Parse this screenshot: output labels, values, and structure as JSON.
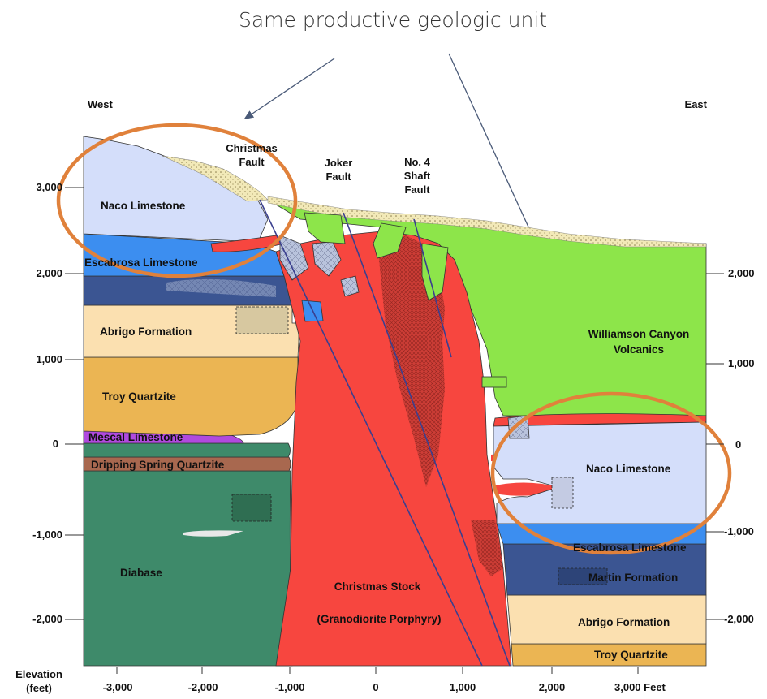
{
  "headline": "Same productive geologic unit",
  "directions": {
    "west": "West",
    "east": "East"
  },
  "faults": {
    "christmas": [
      "Christmas",
      "Fault"
    ],
    "joker": [
      "Joker",
      "Fault"
    ],
    "no4": [
      "No. 4",
      "Shaft",
      "Fault"
    ]
  },
  "left_axis": {
    "ticks": [
      "3,000",
      "2,000",
      "1,000",
      "0",
      "-1,000",
      "-2,000"
    ],
    "title": [
      "Elevation",
      "(feet)"
    ]
  },
  "right_axis": {
    "ticks": [
      "2,000",
      "1,000",
      "0",
      "-1,000",
      "-2,000"
    ]
  },
  "bottom_axis": {
    "ticks": [
      "-3,000",
      "-2,000",
      "-1,000",
      "0",
      "1,000",
      "2,000",
      "3,000 Feet"
    ]
  },
  "west_units": {
    "naco": "Naco Limestone",
    "escabrosa": "Escabrosa Limestone",
    "abrigo": "Abrigo Formation",
    "troy": "Troy Quartzite",
    "mescal": "Mescal Limestone",
    "dripping": "Dripping Spring Quartzite",
    "diabase": "Diabase"
  },
  "center_units": {
    "stock": "Christmas Stock",
    "stock_sub": "(Granodiorite Porphyry)"
  },
  "east_units": {
    "williamson": [
      "Williamson Canyon",
      "Volcanics"
    ],
    "naco": "Naco Limestone",
    "escabrosa": "Escabrosa Limestone",
    "martin": "Martin Formation",
    "abrigo": "Abrigo Formation",
    "troy": "Troy Quartzite"
  },
  "colors": {
    "naco": "#d4defa",
    "escabrosa": "#3c8ef0",
    "martin": "#3b5592",
    "abrigo": "#fbe0b0",
    "troy": "#ebb553",
    "mescal": "#b04adf",
    "dripping": "#a8684f",
    "diabase": "#3e8a6a",
    "stock": "#f7463f",
    "volcanics": "#8de54a",
    "alluvium": "#f6efb9",
    "highlight": "#e0813b",
    "arrow": "#4a5a78"
  }
}
